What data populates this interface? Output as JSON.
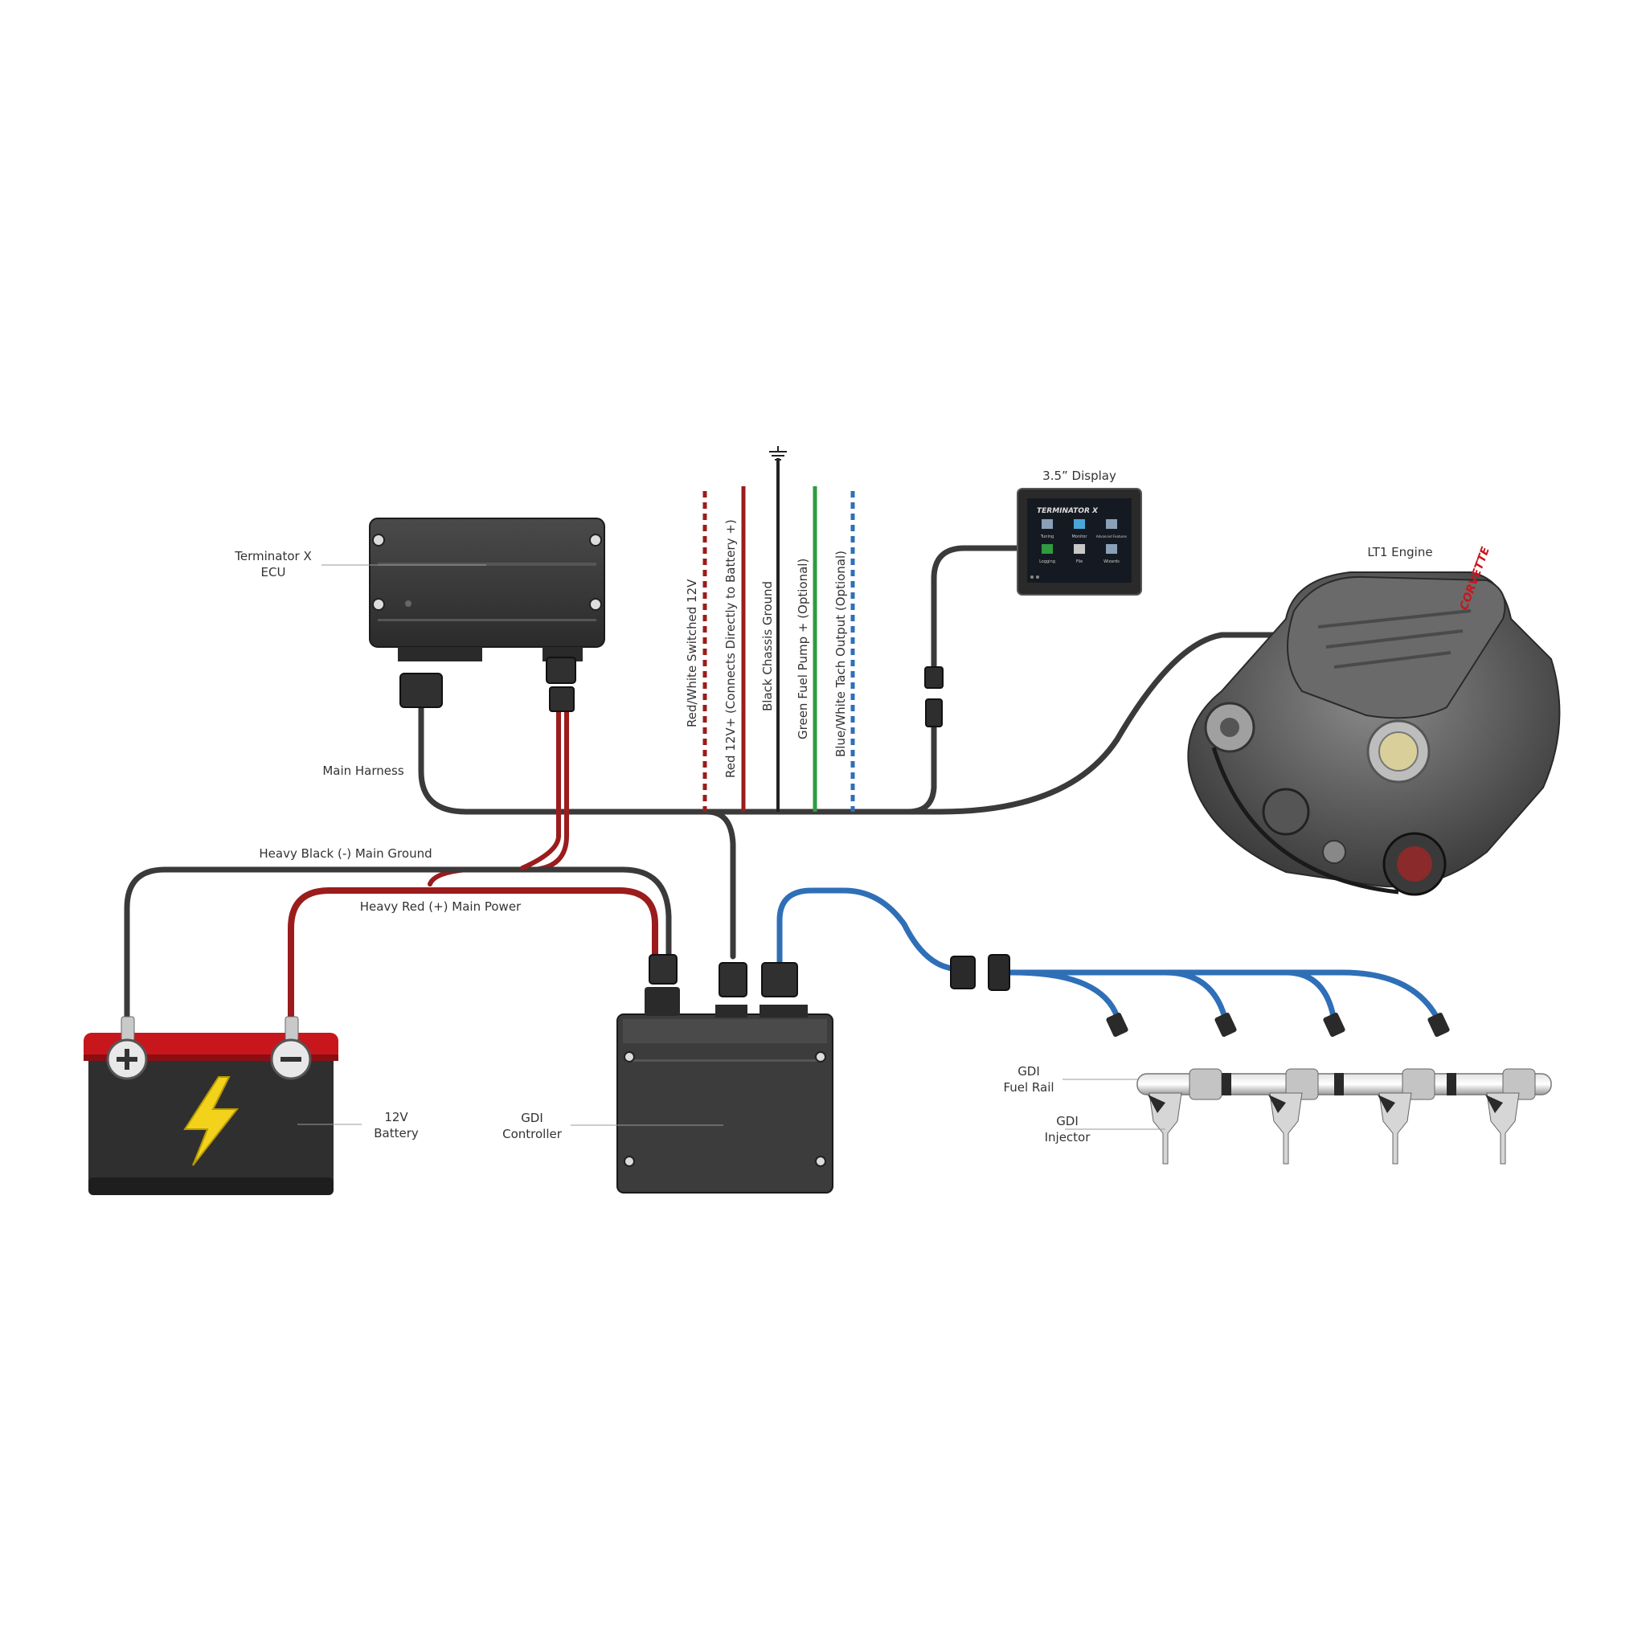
{
  "labels": {
    "ecu": [
      "Terminator X",
      "ECU"
    ],
    "main_harness": "Main Harness",
    "main_ground": "Heavy Black (-) Main Ground",
    "main_power": "Heavy Red (+) Main Power",
    "battery": [
      "12V",
      "Battery"
    ],
    "gdi_controller": [
      "GDI",
      "Controller"
    ],
    "display": "3.5” Display",
    "engine": "LT1 Engine",
    "fuel_rail": [
      "GDI",
      "Fuel Rail"
    ],
    "injector": [
      "GDI",
      "Injector"
    ]
  },
  "flying_leads": [
    {
      "label": "Red/White Switched 12V",
      "color": "#9b1c1c",
      "stripe": "#ffffff"
    },
    {
      "label": "Red 12V+ (Connects Directly to Battery +)",
      "color": "#9b1c1c",
      "stripe": null
    },
    {
      "label": "Black Chassis Ground",
      "color": "#222222",
      "stripe": null
    },
    {
      "label": "Green Fuel Pump + (Optional)",
      "color": "#2e9c3f",
      "stripe": null
    },
    {
      "label": "Blue/White Tach Output (Optional)",
      "color": "#2f6fb7",
      "stripe": "#ffffff"
    }
  ],
  "display_screen": {
    "brand": "TERMINATOR X",
    "icons": [
      "Tuning",
      "Monitor",
      "Advanced Features",
      "Logging",
      "File",
      "Wizards"
    ]
  },
  "engine_badge": "CORVETTE",
  "colors": {
    "harness": "#3a3a3a",
    "power": "#9b1c1c",
    "injector_harness": "#2f6fb7",
    "battery_top": "#c8161d",
    "bolt": "#f2d21b"
  }
}
